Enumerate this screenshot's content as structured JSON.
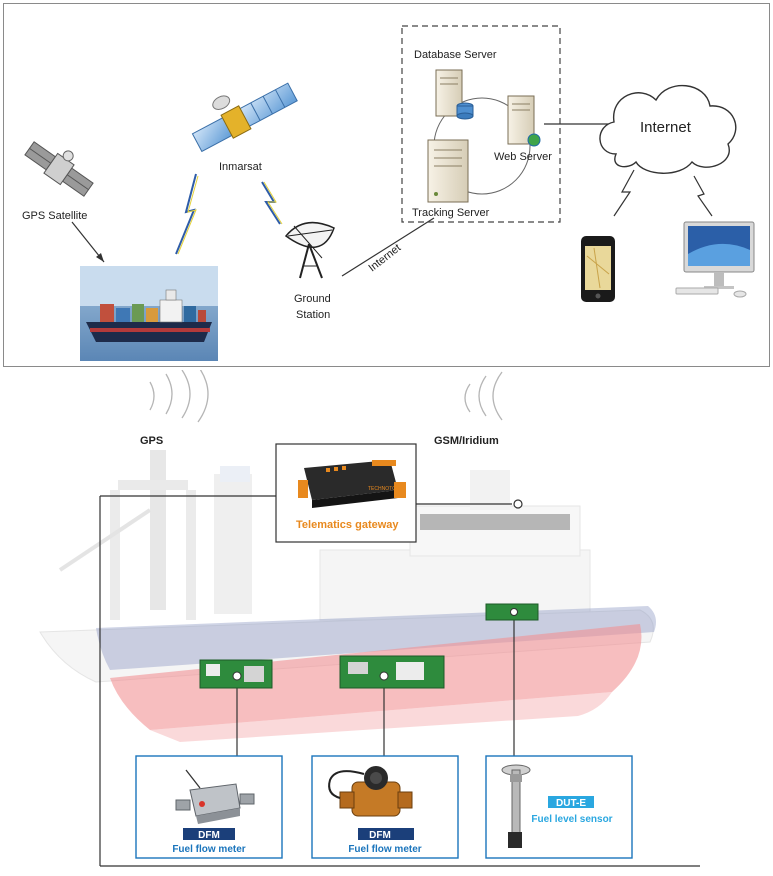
{
  "top_diagram": {
    "nodes": {
      "gps_satellite": "GPS Satellite",
      "inmarsat": "Inmarsat",
      "ground_station_line1": "Ground",
      "ground_station_line2": "Station",
      "link_internet": "Internet",
      "database_server": "Database Server",
      "web_server": "Web Server",
      "tracking_server": "Tracking Server",
      "internet_cloud": "Internet"
    }
  },
  "bottom_diagram": {
    "gps_label": "GPS",
    "gsm_label": "GSM/Iridium",
    "gateway_label": "Telematics gateway",
    "gateway_brand": "TECHNOTON",
    "sensors": [
      {
        "badge": "DFM",
        "label": "Fuel flow meter"
      },
      {
        "badge": "DFM",
        "label": "Fuel flow meter"
      },
      {
        "badge": "DUT-E",
        "label": "Fuel level sensor"
      }
    ]
  },
  "colors": {
    "orange": "#e8891e",
    "sensor_blue": "#1b75bc",
    "dut_cyan": "#2aa7e0",
    "hull_red": "#e8393e",
    "hull_blue": "#3b4f9a"
  }
}
